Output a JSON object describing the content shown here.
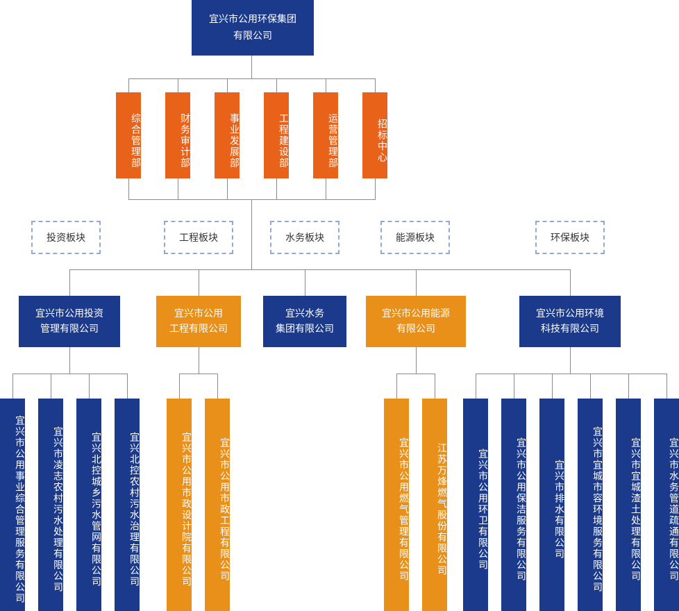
{
  "root": {
    "line1": "宜兴市公用环保集团",
    "line2": "有限公司"
  },
  "departments": [
    "综合管理部",
    "财务审计部",
    "事业发展部",
    "工程建设部",
    "运营管理部",
    "招标中心"
  ],
  "segments": [
    "投资板块",
    "工程板块",
    "水务板块",
    "能源板块",
    "环保板块"
  ],
  "companies": [
    {
      "line1": "宜兴市公用投资",
      "line2": "管理有限公司",
      "color": "navy"
    },
    {
      "line1": "宜兴市公用",
      "line2": "工程有限公司",
      "color": "orange"
    },
    {
      "line1": "宜兴水务",
      "line2": "集团有限公司",
      "color": "navy"
    },
    {
      "line1": "宜兴市公用能源",
      "line2": "有限公司",
      "color": "orange"
    },
    {
      "line1": "宜兴市公用环境",
      "line2": "科技有限公司",
      "color": "navy"
    }
  ],
  "subsidiaries": {
    "investment": [
      "宜兴市公用事业综合管理服务有限公司",
      "宜兴市凌志农村污水处理有限公司",
      "宜兴北控城乡污水管网有限公司",
      "宜兴北控农村污水治理有限公司"
    ],
    "engineering": [
      "宜兴市公用市政设计院有限公司",
      "宜兴市公用市政工程有限公司"
    ],
    "energy": [
      "宜兴市公用燃气管理有限公司",
      "江苏万烽燃气股份有限公司"
    ],
    "environment": [
      "宜兴市公用环卫有限公司",
      "宜兴市公用保洁服务有限公司",
      "宜兴市排水有限公司",
      "宜兴市宜城市容环境服务有限公司",
      "宜兴市宜城渣土处理有限公司",
      "宜兴市水务管道疏通有限公司"
    ]
  },
  "colors": {
    "navy": "#1b3a8c",
    "orange": "#e8901a",
    "red": "#e8621a",
    "line": "#8a8a8a",
    "dashed": "#8fa9d6"
  }
}
